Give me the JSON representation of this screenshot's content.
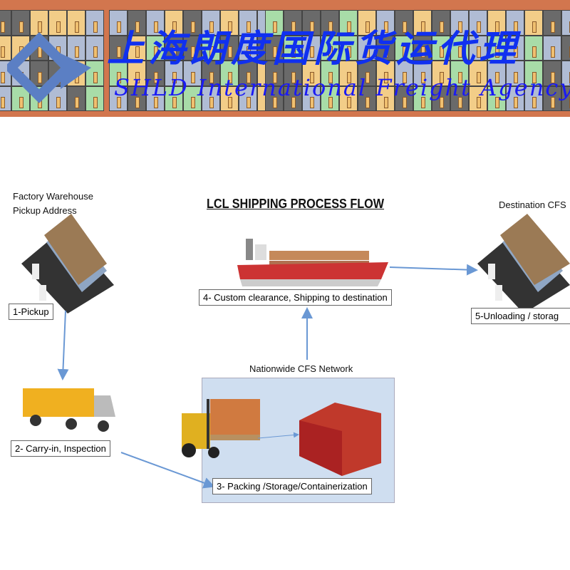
{
  "banner": {
    "chinese_name": "上海朗度国际货运代理",
    "english_name": "SHLD International Freight Agency",
    "logo": "shld-diamond-logo",
    "colors": {
      "text": "#1030f0",
      "frame": "#d2764e",
      "logo": "#5b7fc4"
    }
  },
  "diagram": {
    "title": "LCL SHIPPING PROCESS FLOW",
    "origin_caption_line1": "Factory Warehouse",
    "origin_caption_line2": "Pickup Address",
    "destination_caption": "Destination CFS",
    "cfs_caption": "Nationwide CFS Network",
    "steps": [
      {
        "label": "1-Pickup",
        "icon": "warehouse-icon"
      },
      {
        "label": "2- Carry-in, Inspection",
        "icon": "truck-icon"
      },
      {
        "label": "3- Packing /Storage/Containerization",
        "icon": "forklift-container-icon"
      },
      {
        "label": "4- Custom clearance, Shipping to destination",
        "icon": "container-ship-icon"
      },
      {
        "label": "5-Unloading / storag",
        "icon": "warehouse-icon"
      }
    ],
    "arrow_color": "#6a98d4"
  }
}
